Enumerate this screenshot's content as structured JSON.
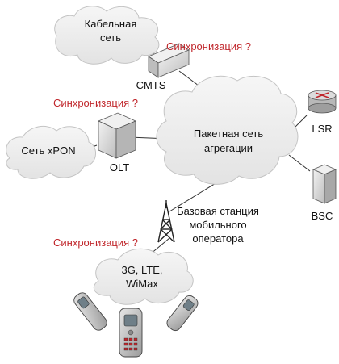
{
  "networks": {
    "cable": [
      "Кабельная",
      "сеть"
    ],
    "xpon": "Сеть xPON",
    "aggregation": [
      "Пакетная сеть",
      "агрегации"
    ],
    "mobile": [
      "3G, LTE,",
      "WiMax"
    ]
  },
  "devices": {
    "cmts": "CMTS",
    "olt": "OLT",
    "lsr": "LSR",
    "bsc": "BSC"
  },
  "base_station": [
    "Базовая станция",
    "мобильного",
    "оператора"
  ],
  "sync_label": "Синхронизация ?",
  "colors": {
    "sync_text": "#c0262b",
    "cloud_fill": "#ededed",
    "cloud_stroke": "#c4c4c4",
    "device_fill": "#d9d9d9",
    "router_fill": "#cfcfcf",
    "router_arrows": "#c0262b"
  }
}
